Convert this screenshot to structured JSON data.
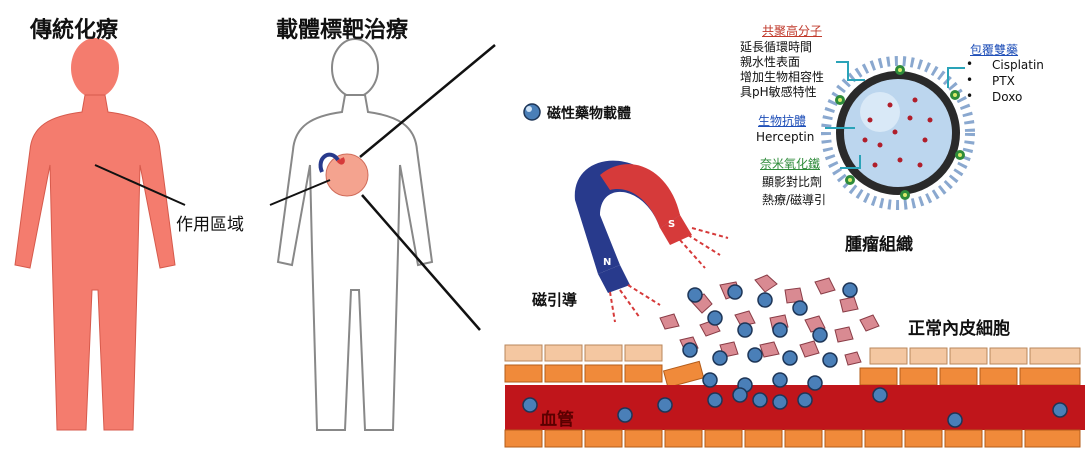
{
  "colors": {
    "body_red": "#f47c6e",
    "vessel": "#c0151b",
    "endothelium": "#f4c7a1",
    "magnet_red": "#d63a3a",
    "magnet_blue": "#283a8c",
    "tumor_cell": "#d98a92",
    "carrier": "#4a7fb8",
    "polymer_label": "#c0392b",
    "drug_label": "#1f4fb8",
    "nano_label": "#2e8b3a"
  },
  "headings": {
    "chemo": "傳統化療",
    "targeted": "載體標靶治療"
  },
  "labels": {
    "action_area": "作用區域",
    "magnetic_carrier": "磁性藥物載體",
    "magnetic_guidance": "磁引導",
    "tumor_tissue": "腫瘤組織",
    "normal_endothelium": "正常內皮細胞",
    "blood_vessel": "血管",
    "magnet_n": "N",
    "magnet_s": "S"
  },
  "nanoparticle": {
    "polymer": {
      "title": "共聚高分子",
      "lines": [
        "延長循環時間",
        "親水性表面",
        "增加生物相容性",
        "具pH敏感特性"
      ]
    },
    "drugs": {
      "title": "包覆雙藥",
      "items": [
        "Cisplatin",
        "PTX",
        "Doxo"
      ]
    },
    "antibody": {
      "title": "生物抗體",
      "items": [
        "Herceptin"
      ]
    },
    "iron_oxide": {
      "title": "奈米氧化鐵",
      "lines": [
        "顯影對比劑",
        "熱療/磁導引"
      ]
    }
  }
}
